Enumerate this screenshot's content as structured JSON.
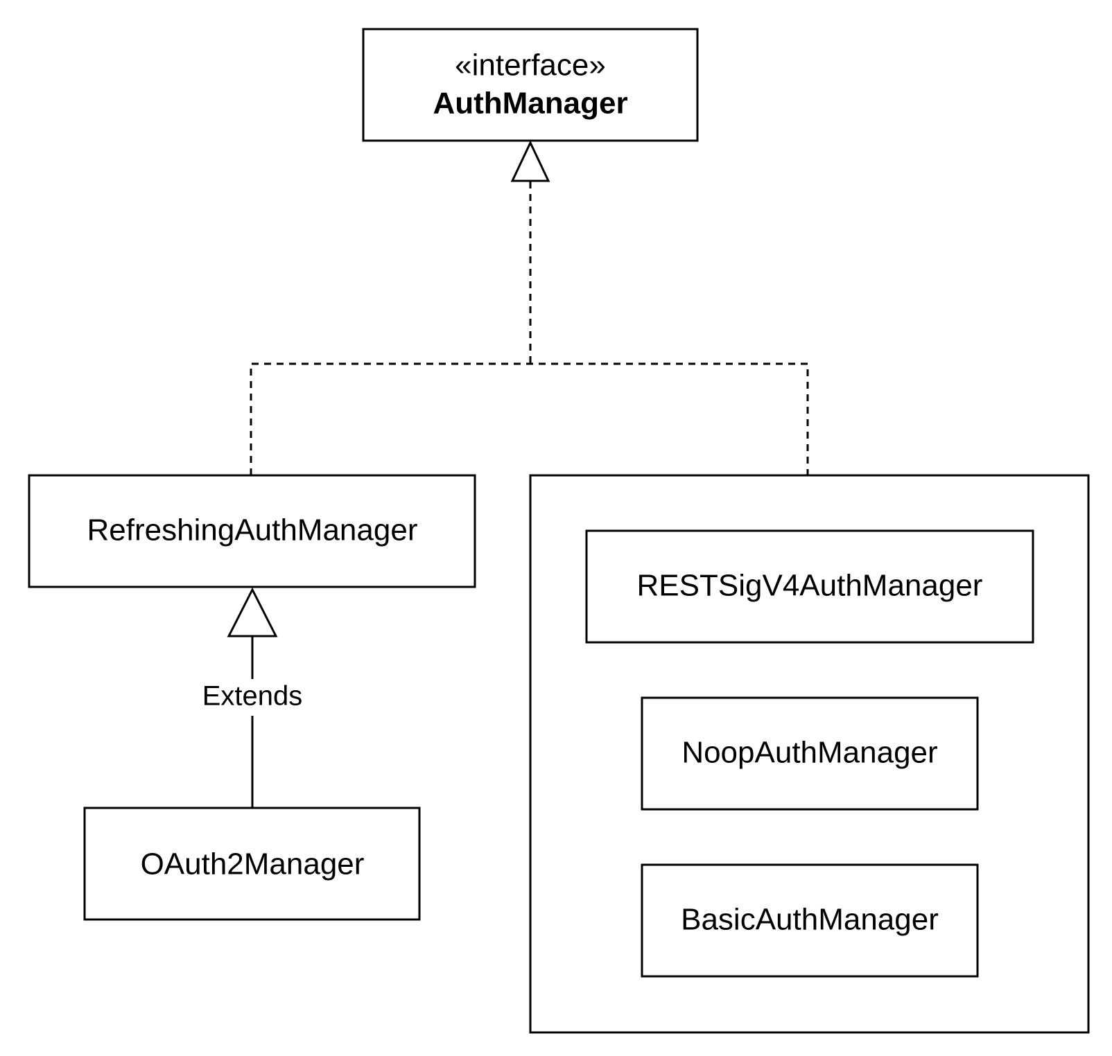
{
  "interface_box": {
    "stereotype": "«interface»",
    "name": "AuthManager"
  },
  "classes": {
    "refreshing": "RefreshingAuthManager",
    "oauth2": "OAuth2Manager",
    "sigv4": "RESTSigV4AuthManager",
    "noop": "NoopAuthManager",
    "basic": "BasicAuthManager"
  },
  "relations": {
    "extends_label": "Extends"
  }
}
